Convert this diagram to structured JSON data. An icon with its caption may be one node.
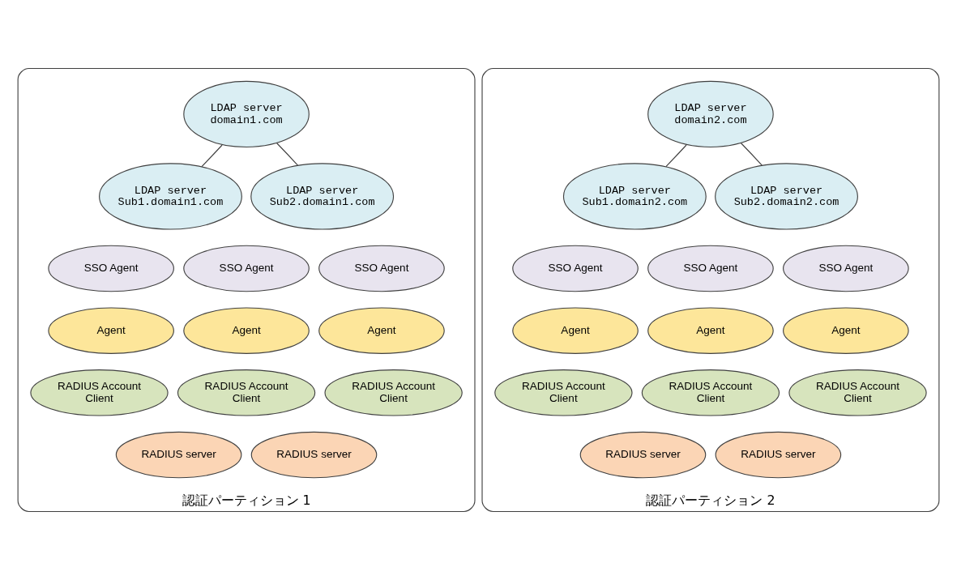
{
  "diagram": {
    "nodes": [
      {
        "text": [
          "認証パーティション 1"
        ]
      },
      {
        "text": [
          "LDAP server domain1.com"
        ],
        "in": 0
      },
      {
        "text": [
          "LDAP server Sub1.domain1.com"
        ],
        "in": 0
      },
      {
        "text": [
          "LDAP server Sub2.domain1.com"
        ],
        "in": 0
      },
      {
        "text": [
          "SSO Agent"
        ],
        "in": 0
      },
      {
        "text": [
          "SSO Agent"
        ],
        "in": 0
      },
      {
        "text": [
          "SSO Agent"
        ],
        "in": 0
      },
      {
        "text": [
          "Agent"
        ],
        "in": 0
      },
      {
        "text": [
          "Agent"
        ],
        "in": 0
      },
      {
        "text": [
          "Agent"
        ],
        "in": 0
      },
      {
        "text": [
          "RADIUS Account Client"
        ],
        "in": 0
      },
      {
        "text": [
          "RADIUS Account Client"
        ],
        "in": 0
      },
      {
        "text": [
          "RADIUS Account Client"
        ],
        "in": 0
      },
      {
        "text": [
          "RADIUS server"
        ],
        "in": 0
      },
      {
        "text": [
          "RADIUS server"
        ],
        "in": 0
      },
      {
        "text": [
          "認証パーティション 2"
        ]
      },
      {
        "text": [
          "LDAP server domain2.com"
        ],
        "in": 15
      },
      {
        "text": [
          "LDAP server Sub1.domain2.com"
        ],
        "in": 15
      },
      {
        "text": [
          "LDAP server Sub2.domain2.com"
        ],
        "in": 15
      },
      {
        "text": [
          "SSO Agent"
        ],
        "in": 15
      },
      {
        "text": [
          "SSO Agent"
        ],
        "in": 15
      },
      {
        "text": [
          "SSO Agent"
        ],
        "in": 15
      },
      {
        "text": [
          "Agent"
        ],
        "in": 15
      },
      {
        "text": [
          "Agent"
        ],
        "in": 15
      },
      {
        "text": [
          "Agent"
        ],
        "in": 15
      },
      {
        "text": [
          "RADIUS Account Client"
        ],
        "in": 15
      },
      {
        "text": [
          "RADIUS Account Client"
        ],
        "in": 15
      },
      {
        "text": [
          "RADIUS Account Client"
        ],
        "in": 15
      },
      {
        "text": [
          "RADIUS server"
        ],
        "in": 15
      },
      {
        "text": [
          "RADIUS server"
        ],
        "in": 15
      }
    ],
    "edges": [
      {
        "from": 1,
        "to": 2,
        "arrow": "none"
      },
      {
        "from": 1,
        "to": 3,
        "arrow": "none"
      },
      {
        "from": 16,
        "to": 17,
        "arrow": "none"
      },
      {
        "from": 16,
        "to": 18,
        "arrow": "none"
      }
    ]
  }
}
